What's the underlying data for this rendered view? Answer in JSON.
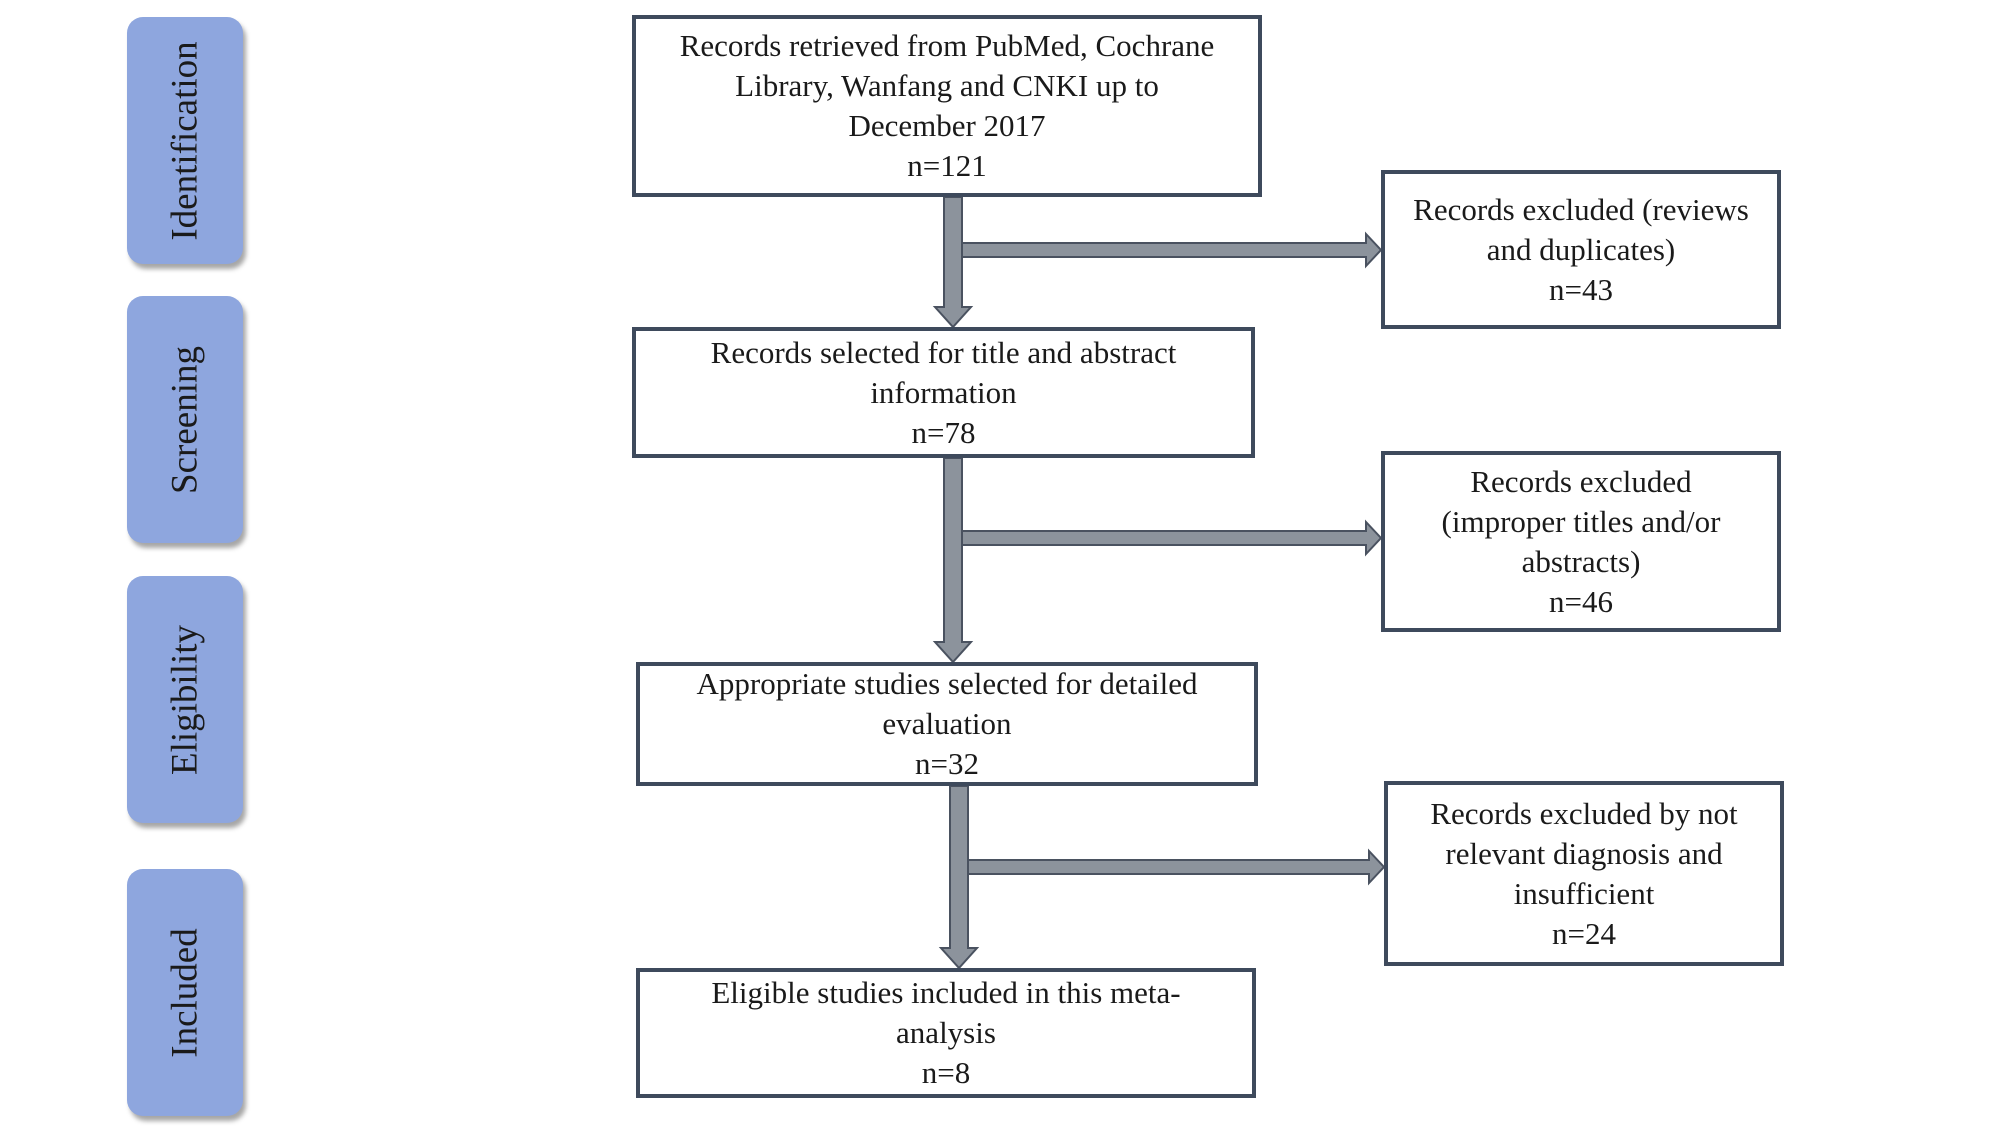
{
  "stages": [
    {
      "label": "Identification"
    },
    {
      "label": "Screening"
    },
    {
      "label": "Eligibility"
    },
    {
      "label": "Included"
    }
  ],
  "main_boxes": [
    {
      "lines": [
        "Records retrieved from PubMed, Cochrane",
        "Library, Wanfang and CNKI up to",
        "December 2017"
      ],
      "count": "n=121"
    },
    {
      "lines": [
        "Records selected for title and abstract",
        "information"
      ],
      "count": "n=78"
    },
    {
      "lines": [
        "Appropriate studies selected for detailed",
        "evaluation"
      ],
      "count": "n=32"
    },
    {
      "lines": [
        "Eligible studies included in this meta-",
        "analysis"
      ],
      "count": "n=8"
    }
  ],
  "exclusion_boxes": [
    {
      "lines": [
        "Records excluded (reviews",
        "and duplicates)"
      ],
      "count": "n=43"
    },
    {
      "lines": [
        "Records excluded",
        "(improper titles and/or",
        "abstracts)"
      ],
      "count": "n=46"
    },
    {
      "lines": [
        "Records excluded by not",
        "relevant diagnosis and",
        "insufficient"
      ],
      "count": "n=24"
    }
  ],
  "colors": {
    "stage_fill": "#8ea6de",
    "box_border": "#3e4a5c",
    "arrow_fill": "#8c939c",
    "arrow_stroke": "#4a5260"
  }
}
